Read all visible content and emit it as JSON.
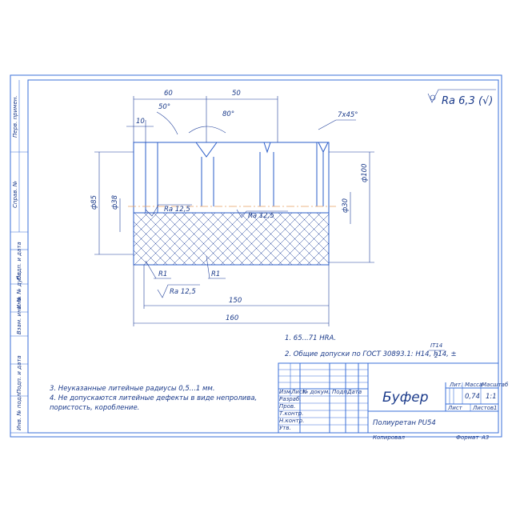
{
  "roughness": {
    "general": "Ra 6,3 (√)",
    "lines": [
      "Ra 12,5",
      "Ra 12,5",
      "Ra 12,5"
    ]
  },
  "dimensions": {
    "d60": "60",
    "d50": "50",
    "d10": "10",
    "a50": "50°",
    "a80": "80°",
    "ch": "7х45°",
    "d85": "ф85",
    "d38": "ф38",
    "d30": "ф30",
    "d100": "ф100",
    "r1a": "R1",
    "r1b": "R1",
    "d150": "150",
    "d160": "160"
  },
  "notes": {
    "n1": "1. 65...71 HRA.",
    "n2": "2. Общие допуски по ГОСТ 30893.1: H14, h14, ±",
    "n2_num": "IT14",
    "n2_den": "2",
    "n3": "3. Неуказанные литейные радиусы 0,5...1 мм.",
    "n4a": "4. Не допускаются литейные дефекты в виде непролива,",
    "n4b": "пористость, коробление."
  },
  "side_labels": [
    "Перв. примен.",
    "Справ. №",
    "Подп. и дата",
    "Инв. № дубл.",
    "Взам. инв. №",
    "Подп. и дата",
    "Инв. № подл."
  ],
  "title_block": {
    "name": "Буфер",
    "material": "Полиуретан PU54",
    "lit_label": "Лит.",
    "mass_label": "Масса",
    "scale_label": "Масштаб",
    "mass": "0,74",
    "scale": "1:1",
    "sheet_label": "Лист",
    "sheets_label": "Листов",
    "sheets": "1",
    "hdr_izm": "Изм.",
    "hdr_list": "Лист",
    "hdr_doc": "№ докум.",
    "hdr_podp": "Подп.",
    "hdr_data": "Дата",
    "row_razrab": "Разраб.",
    "row_prov": "Пров.",
    "row_tkontr": "Т.контр.",
    "row_nkontr": "Н.контр.",
    "row_utv": "Утв.",
    "copied": "Копировал",
    "format_label": "Формат",
    "format": "А3"
  }
}
